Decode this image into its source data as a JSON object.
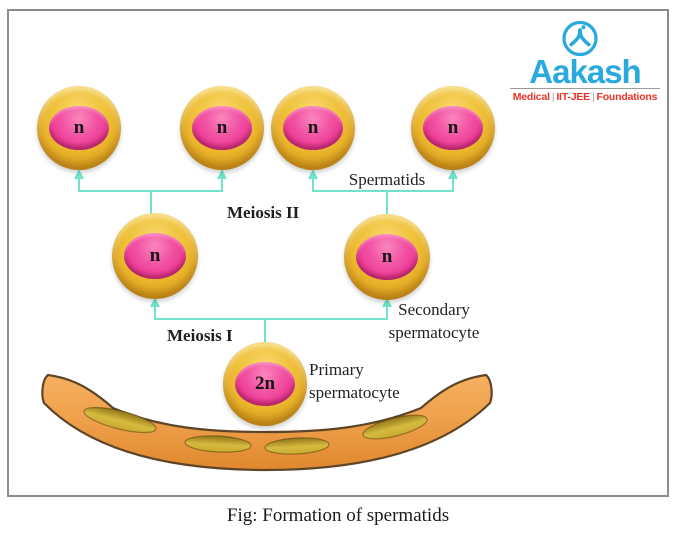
{
  "diagram": {
    "caption": "Fig: Formation of spermatids",
    "stage_labels": {
      "meiosis_2": "Meiosis II",
      "meiosis_1": "Meiosis I"
    },
    "cell_labels": {
      "spermatids": "Spermatids",
      "secondary_spermatocyte": [
        "Secondary",
        "spermatocyte"
      ],
      "primary_spermatocyte": [
        "Primary",
        "spermatocyte"
      ]
    },
    "ploidy": {
      "spermatids": [
        "n",
        "n",
        "n",
        "n"
      ],
      "secondary": [
        "n",
        "n"
      ],
      "primary": "2n"
    },
    "colors": {
      "cell_gold": "#EBB62E",
      "nucleus_pink": "#EE3E96",
      "arrow_teal": "#72E3CB",
      "tubule_orange": "#EFA14C",
      "tubule_nucleus_yellow": "#CDAD33"
    }
  },
  "logo": {
    "brand": "Aakash",
    "tagline": [
      "Medical",
      "IIT-JEE",
      "Foundations"
    ],
    "separator": "|",
    "brand_color": "#29A9DD",
    "tagline_color": "#E8332A"
  }
}
